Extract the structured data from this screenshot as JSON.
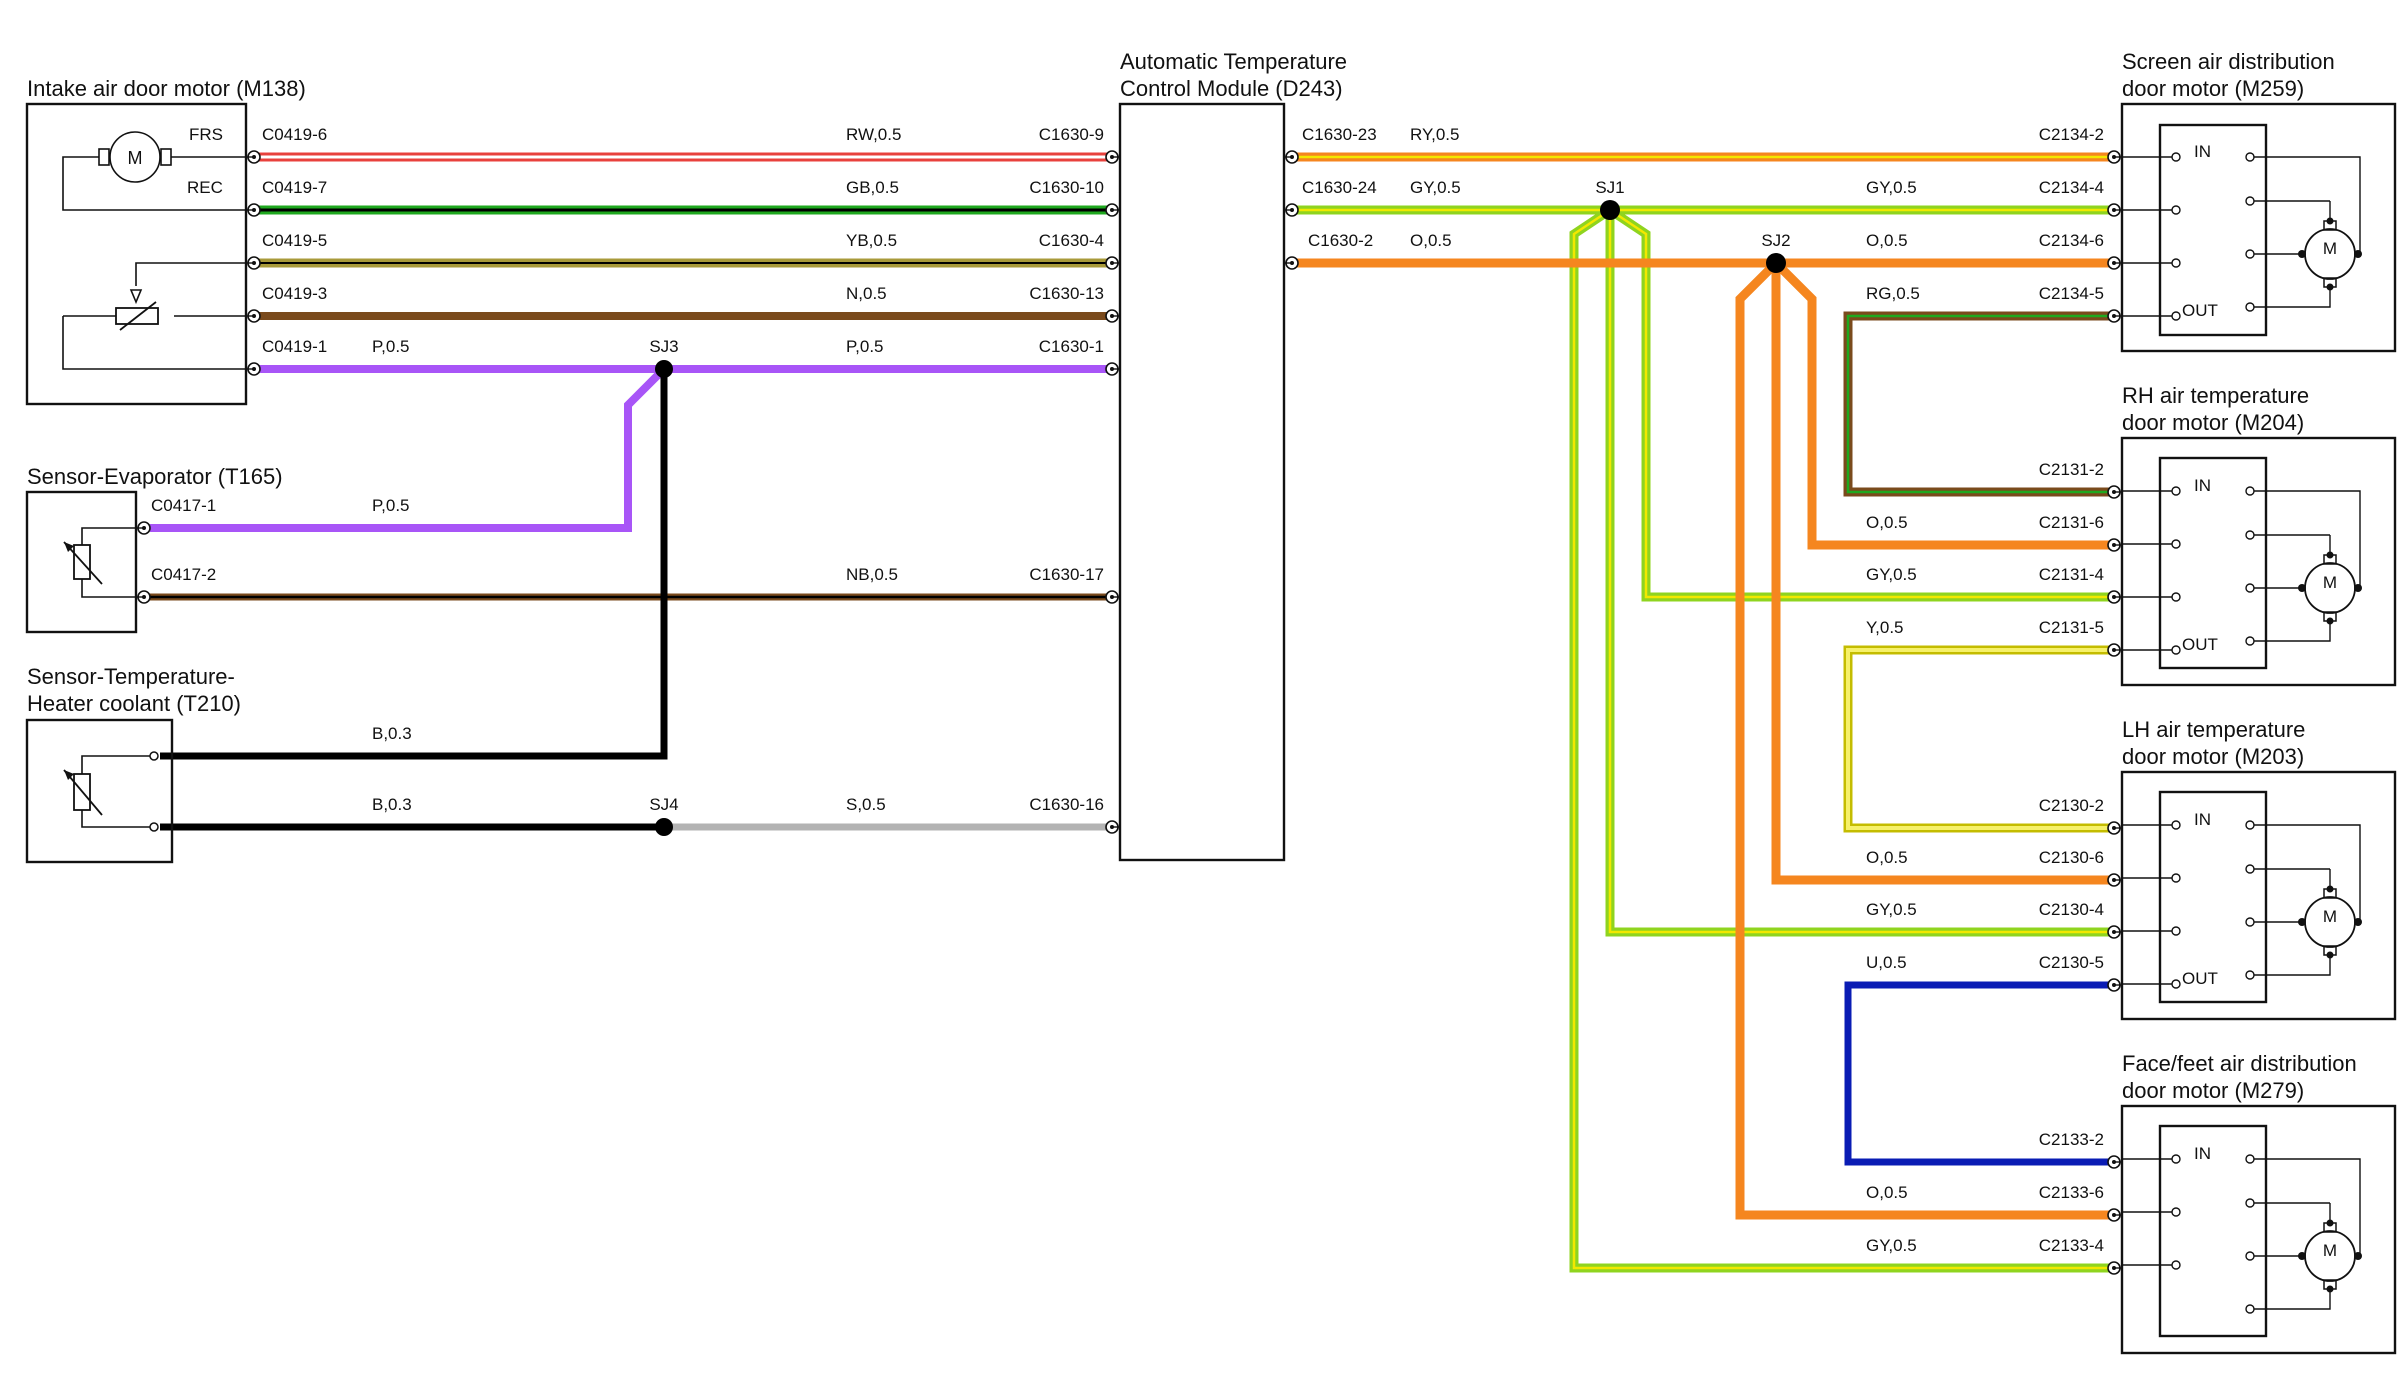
{
  "components": {
    "m138": {
      "line1": "Intake air door motor (M138)",
      "frs": "FRS",
      "rec": "REC",
      "motor": "M"
    },
    "t165": {
      "line1": "Sensor-Evaporator (T165)"
    },
    "t210": {
      "line1": "Sensor-Temperature-",
      "line2": "Heater coolant (T210)"
    },
    "d243": {
      "line1": "Automatic Temperature",
      "line2": "Control Module (D243)"
    },
    "m259": {
      "line1": "Screen air distribution",
      "line2": "door motor (M259)",
      "in": "IN",
      "out": "OUT",
      "motor": "M"
    },
    "m204": {
      "line1": "RH air temperature",
      "line2": "door motor (M204)",
      "in": "IN",
      "out": "OUT",
      "motor": "M"
    },
    "m203": {
      "line1": "LH air temperature",
      "line2": "door motor (M203)",
      "in": "IN",
      "out": "OUT",
      "motor": "M"
    },
    "m279": {
      "line1": "Face/feet air distribution",
      "line2": "door motor (M279)",
      "in": "IN",
      "motor": "M"
    }
  },
  "connectors": {
    "c0419_6": "C0419-6",
    "c0419_7": "C0419-7",
    "c0419_5": "C0419-5",
    "c0419_3": "C0419-3",
    "c0419_1": "C0419-1",
    "c0417_1": "C0417-1",
    "c0417_2": "C0417-2",
    "c1630_9": "C1630-9",
    "c1630_10": "C1630-10",
    "c1630_4": "C1630-4",
    "c1630_13": "C1630-13",
    "c1630_1": "C1630-1",
    "c1630_17": "C1630-17",
    "c1630_16": "C1630-16",
    "c1630_23": "C1630-23",
    "c1630_24": "C1630-24",
    "c1630_2": "C1630-2",
    "c2134_2": "C2134-2",
    "c2134_4": "C2134-4",
    "c2134_6": "C2134-6",
    "c2134_5": "C2134-5",
    "c2131_2": "C2131-2",
    "c2131_6": "C2131-6",
    "c2131_4": "C2131-4",
    "c2131_5": "C2131-5",
    "c2130_2": "C2130-2",
    "c2130_6": "C2130-6",
    "c2130_4": "C2130-4",
    "c2130_5": "C2130-5",
    "c2133_2": "C2133-2",
    "c2133_6": "C2133-6",
    "c2133_4": "C2133-4"
  },
  "wires": {
    "rw": "RW,0.5",
    "gb": "GB,0.5",
    "yb": "YB,0.5",
    "n": "N,0.5",
    "p1": "P,0.5",
    "p2": "P,0.5",
    "p3": "P,0.5",
    "nb": "NB,0.5",
    "b1": "B,0.3",
    "b2": "B,0.3",
    "s": "S,0.5",
    "ry": "RY,0.5",
    "gy1": "GY,0.5",
    "gy2": "GY,0.5",
    "o1": "O,0.5",
    "o2": "O,0.5",
    "rg": "RG,0.5",
    "o3": "O,0.5",
    "gy3": "GY,0.5",
    "y": "Y,0.5",
    "o4": "O,0.5",
    "gy4": "GY,0.5",
    "u": "U,0.5",
    "o5": "O,0.5",
    "gy5": "GY,0.5"
  },
  "splices": {
    "sj1": "SJ1",
    "sj2": "SJ2",
    "sj3": "SJ3",
    "sj4": "SJ4"
  },
  "colors": {
    "red": "#e8413c",
    "green": "#1fa81f",
    "black": "#000000",
    "yellow": "#f2e800",
    "brown": "#7a4a1c",
    "purple": "#a855f7",
    "grey": "#b3b3b3",
    "orange": "#f5861f",
    "lime": "#8fd41f",
    "blue": "#0a1cb4",
    "olive": "#a89a3a"
  }
}
